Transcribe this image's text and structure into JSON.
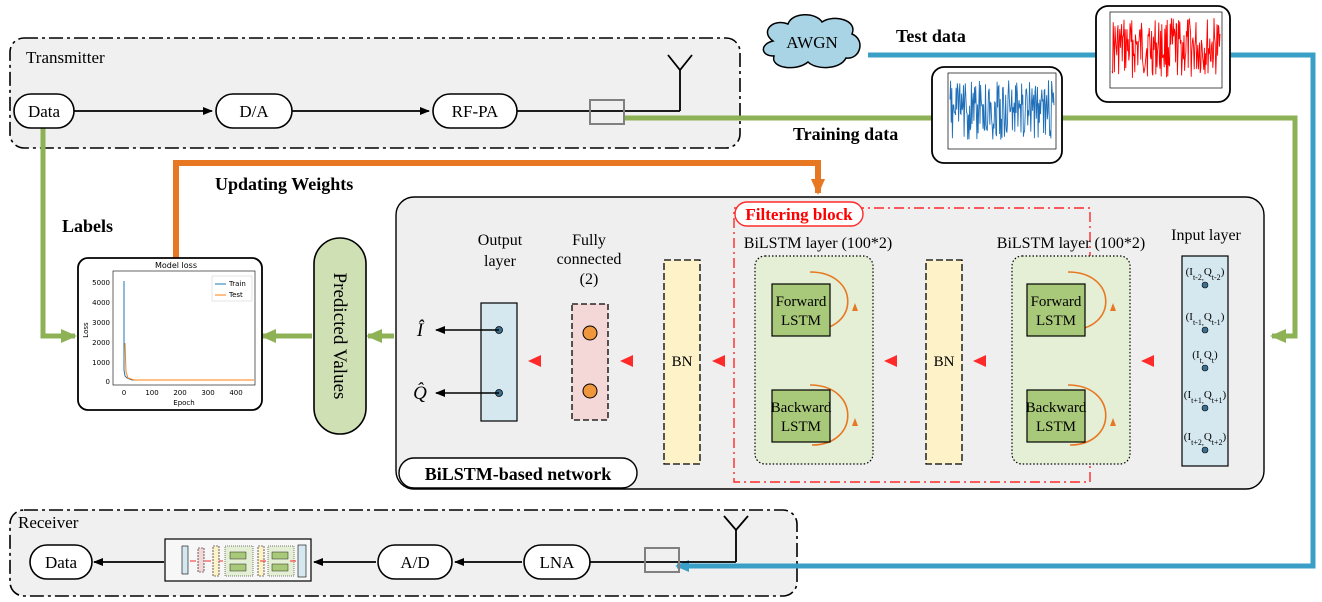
{
  "transmitter": {
    "title": "Transmitter",
    "data_label": "Data",
    "da_label": "D/A",
    "rfpa_label": "RF-PA"
  },
  "receiver": {
    "title": "Receiver",
    "data_label": "Data",
    "ad_label": "A/D",
    "lna_label": "LNA"
  },
  "awgn_label": "AWGN",
  "test_data_label": "Test data",
  "training_data_label": "Training data",
  "labels_label": "Labels",
  "updating_weights_label": "Updating Weights",
  "predicted_values_label": "Predicted Values",
  "loss_plot": {
    "title": "Model loss",
    "xlabel": "Epoch",
    "ylabel": "Loss",
    "y_ticks": [
      "5000",
      "4000",
      "3000",
      "2000",
      "1000",
      "0"
    ],
    "x_ticks": [
      "0",
      "100",
      "200",
      "300",
      "400"
    ],
    "legend": [
      "Train",
      "Test"
    ]
  },
  "network": {
    "name": "BiLSTM-based network",
    "output_layer": [
      "Output",
      "layer"
    ],
    "fully_connected": [
      "Fully",
      "connected",
      "(2)"
    ],
    "bn_label": "BN",
    "filtering_block": "Filtering block",
    "bilstm_layer": "BiLSTM layer (100*2)",
    "forward_lstm": [
      "Forward",
      "LSTM"
    ],
    "backward_lstm": [
      "Backward",
      "LSTM"
    ],
    "input_layer": "Input layer",
    "input_items": [
      {
        "base": "(I",
        "sub1": "t-2,",
        "mid": "Q",
        "sub2": "t-2",
        "end": ")"
      },
      {
        "base": "(I",
        "sub1": "t-1,",
        "mid": "Q",
        "sub2": "t-1",
        "end": ")"
      },
      {
        "base": "(I",
        "sub1": "t,",
        "mid": "Q",
        "sub2": "t",
        "end": ")"
      },
      {
        "base": "(I",
        "sub1": "t+1,",
        "mid": "Q",
        "sub2": "t+1",
        "end": ")"
      },
      {
        "base": "(I",
        "sub1": "t+2,",
        "mid": "Q",
        "sub2": "t+2",
        "end": ")"
      }
    ],
    "output_I": "Î",
    "output_Q": "Q̂"
  },
  "colors": {
    "green_line": "#8db255",
    "blue_line": "#3a9fc6",
    "orange_line": "#e87722",
    "red_arrow": "#ff3b3b",
    "lstm_fill": "#a9c97a",
    "bn_fill": "#fdf2c8",
    "fc_fill": "#f4d7d7",
    "output_fill": "#d5e8f0",
    "awgn_fill": "#a8d4e6",
    "test_signal": "#ff0000",
    "train_signal": "#1f6fb8"
  }
}
